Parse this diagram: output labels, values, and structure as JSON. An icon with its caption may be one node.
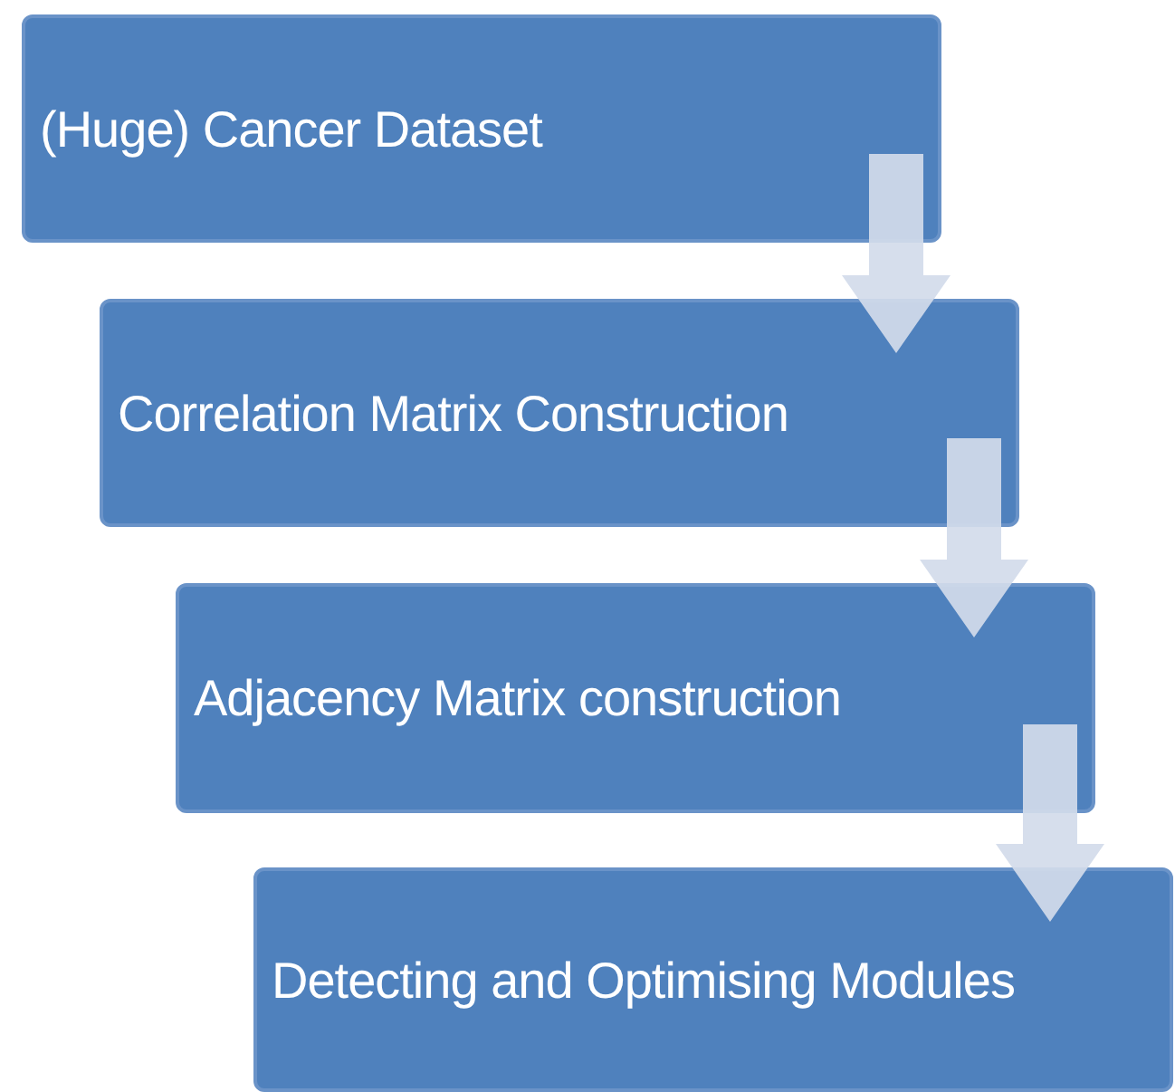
{
  "diagram": {
    "nodes": [
      {
        "text": [
          "(Huge) Cancer Dataset"
        ]
      },
      {
        "text": [
          "Correlation Matrix Construction"
        ]
      },
      {
        "text": [
          "Adjacency Matrix construction"
        ]
      },
      {
        "text": [
          "Detecting and Optimising Modules"
        ]
      }
    ],
    "edges": [
      {
        "from": 0,
        "to": 1,
        "arrow": "to"
      },
      {
        "from": 1,
        "to": 2,
        "arrow": "to"
      },
      {
        "from": 2,
        "to": 3,
        "arrow": "to"
      }
    ]
  }
}
